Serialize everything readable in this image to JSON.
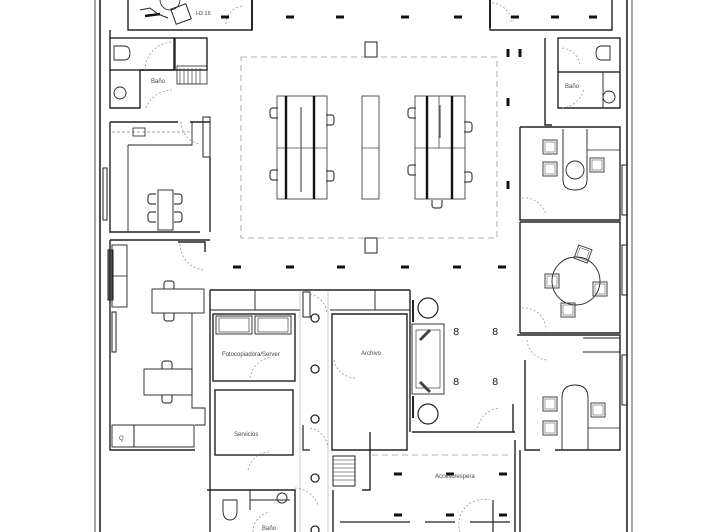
{
  "plan": {
    "wall_color": "#222222",
    "furniture_color": "#444444",
    "dashed_color": "#9a9a9a",
    "background": "#ffffff"
  },
  "labels": {
    "top_room_code": "H2.16",
    "bano_left": "Baño",
    "bano_right": "Baño",
    "fotocopiadora": "Fotocopiadora/Server",
    "archivo": "Archivo",
    "servicios": "Servicios",
    "acceso": "Acceso/espera",
    "bano_bottom": "Baño"
  },
  "rooms": [
    {
      "name": "open-office",
      "label": ""
    },
    {
      "name": "bano-left",
      "label": "Baño"
    },
    {
      "name": "bano-right",
      "label": "Baño"
    },
    {
      "name": "kitchen",
      "label": ""
    },
    {
      "name": "office-left",
      "label": ""
    },
    {
      "name": "meeting-small",
      "label": ""
    },
    {
      "name": "meeting-round",
      "label": ""
    },
    {
      "name": "office-right",
      "label": ""
    },
    {
      "name": "fotocopiadora",
      "label": "Fotocopiadora/Server"
    },
    {
      "name": "archivo",
      "label": "Archivo"
    },
    {
      "name": "servicios",
      "label": "Servicios"
    },
    {
      "name": "acceso",
      "label": "Acceso/espera"
    },
    {
      "name": "lounge",
      "label": ""
    }
  ]
}
